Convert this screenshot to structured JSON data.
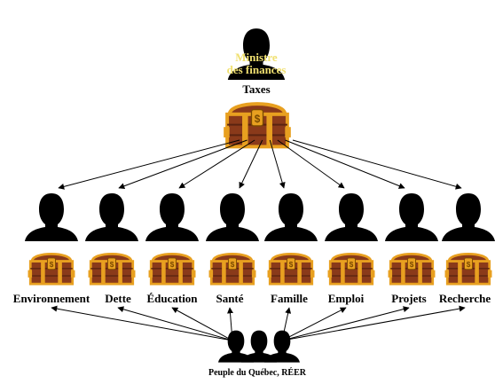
{
  "minister": {
    "line1": "Ministre",
    "line2": "des finances"
  },
  "source_chest_label": "Taxes",
  "categories": [
    {
      "label": "Environnement"
    },
    {
      "label": "Dette"
    },
    {
      "label": "Éducation"
    },
    {
      "label": "Santé"
    },
    {
      "label": "Famille"
    },
    {
      "label": "Emploi"
    },
    {
      "label": "Projets"
    },
    {
      "label": "Recherche"
    }
  ],
  "people_label": "Peuple du Québec, RÉER",
  "colors": {
    "silhouette": "#000000",
    "chest_wood": "#8a3a1a",
    "chest_trim": "#e8a020",
    "arrow": "#000000",
    "minister_text": "#f0e070"
  }
}
